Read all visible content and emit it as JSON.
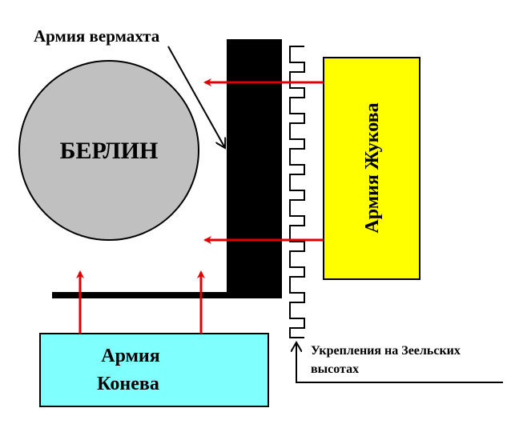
{
  "labels": {
    "wehrmacht": "Армия вермахта",
    "berlin": "БЕРЛИН",
    "zhukov": "Армия Жукова",
    "konev_line1": "Армия",
    "konev_line2": "Конева",
    "seelow_line1": "Укрепления на Зеельских",
    "seelow_line2": "высотах"
  },
  "colors": {
    "berlin_fill": "#c0c0c0",
    "zhukov_fill": "#ffff00",
    "konev_fill": "#80ffff",
    "arrow": "#e00000",
    "wall": "#000000"
  }
}
